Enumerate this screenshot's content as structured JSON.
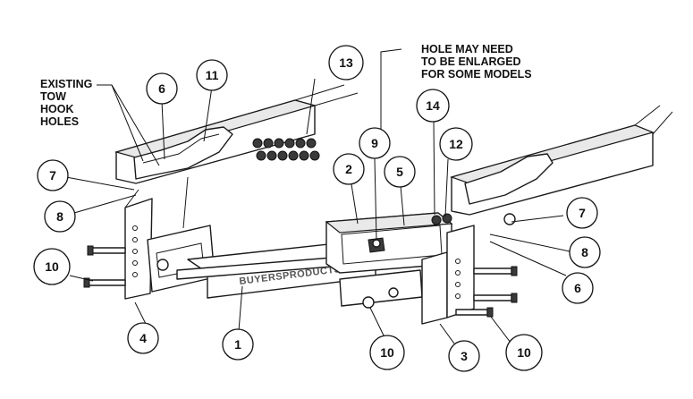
{
  "notes": {
    "tow_hook": [
      "EXISTING",
      "TOW",
      "HOOK",
      "HOLES"
    ],
    "hole_enlarge": [
      "HOLE MAY NEED",
      "TO BE ENLARGED",
      "FOR SOME MODELS"
    ]
  },
  "brand_stamp": "BUYERSPRODUCTS.COM",
  "callouts": [
    "13",
    "11",
    "6",
    "7",
    "8",
    "10",
    "4",
    "1",
    "2",
    "9",
    "5",
    "14",
    "12",
    "10",
    "7",
    "8",
    "6",
    "3",
    "10"
  ]
}
